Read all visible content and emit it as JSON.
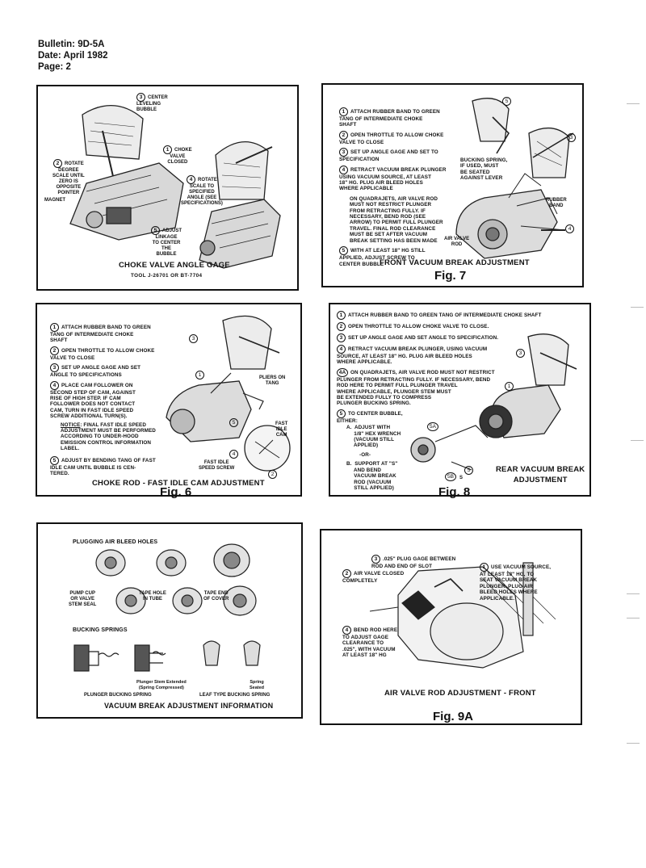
{
  "header": {
    "bulletin": "Bulletin: 9D-5A",
    "date": "Date: April 1982",
    "page": "Page: 2"
  },
  "panel1": {
    "caption": "CHOKE VALVE ANGLE GAGE",
    "tool": "TOOL J-26701 OR BT-7704",
    "labels": {
      "center_bubble": "CENTER\nLEVELING\nBUBBLE",
      "rotate_scale": "ROTATE\nDEGREE\nSCALE UNTIL\nZERO IS\nOPPOSITE\nPOINTER",
      "choke_closed": "CHOKE\nVALVE\nCLOSED",
      "rotate_specified": "ROTATE\nSCALE TO\nSPECIFIED\nANGLE (SEE\nSPECIFICATIONS)",
      "magnet": "MAGNET",
      "adjust_linkage": "ADJUST\nLINKAGE\nTO CENTER\nTHE\nBUBBLE"
    },
    "nums": {
      "n3": "3",
      "n2": "2",
      "n1": "1",
      "n4": "4",
      "n5": "5"
    }
  },
  "panel2": {
    "fig": "Fig. 7",
    "caption": "FRONT VACUUM BREAK ADJUSTMENT",
    "steps": [
      {
        "num": "1",
        "text": "ATTACH RUBBER BAND TO GREEN\nTANG OF INTERMEDIATE CHOKE\nSHAFT"
      },
      {
        "num": "2",
        "text": "OPEN THROTTLE TO ALLOW CHOKE\nVALVE TO CLOSE"
      },
      {
        "num": "3",
        "text": "SET UP ANGLE GAGE AND SET TO\nSPECIFICATION"
      },
      {
        "num": "4",
        "text": "RETRACT VACUUM BREAK PLUNGER\nUSING VACUUM SOURCE, AT LEAST\n18\" HG. PLUG AIR BLEED HOLES\nWHERE APPLICABLE"
      }
    ],
    "note": "ON QUADRAJETS, AIR VALVE ROD\nMUST NOT RESTRICT PLUNGER\nFROM RETRACTING FULLY. IF\nNECESSARY, BEND ROD (SEE\nARROW) TO PERMIT FULL PLUNGER\nTRAVEL. FINAL ROD CLEARANCE\nMUST BE SET AFTER VACUUM\nBREAK SETTING HAS BEEN MADE",
    "step5": {
      "num": "5",
      "text": "WITH AT LEAST 18\" HG STILL\nAPPLIED, ADJUST SCREW TO\nCENTER BUBBLE"
    },
    "bucking": "BUCKING SPRING,\nIF USED, MUST\nBE SEATED\nAGAINST LEVER",
    "rubber_band": "RUBBER\nBAND",
    "air_valve": "AIR VALVE\nROD",
    "n5": "5",
    "n3": "3",
    "n4": "4"
  },
  "panel3": {
    "caption": "CHOKE ROD - FAST IDLE CAM ADJUSTMENT",
    "fig": "Fig. 6",
    "steps": [
      {
        "num": "1",
        "text": "ATTACH RUBBER BAND TO GREEN\nTANG OF INTERMEDIATE CHOKE\nSHAFT"
      },
      {
        "num": "2",
        "text": "OPEN THROTTLE TO ALLOW CHOKE\nVALVE TO CLOSE"
      },
      {
        "num": "3",
        "text": "SET UP ANGLE GAGE AND SET\nANGLE TO SPECIFICATIONS"
      },
      {
        "num": "4",
        "text": "PLACE CAM FOLLOWER ON\nSECOND STEP OF CAM, AGAINST\nRISE OF HIGH STEP. IF CAM\nFOLLOWER DOES NOT CONTACT\nCAM, TURN IN FAST IDLE SPEED\nSCREW ADDITIONAL TURN(S)."
      }
    ],
    "notice_label": "NOTICE",
    "notice": ": FINAL FAST IDLE SPEED\nADJUSTMENT MUST BE PERFORMED\nACCORDING TO UNDER-HOOD\nEMISSION CONTROL INFORMATION\nLABEL.",
    "step5": {
      "num": "5",
      "text": "ADJUST BY BENDING TANG OF FAST\nIDLE CAM UNTIL BUBBLE IS CEN-\nTERED."
    },
    "pliers": "PLIERS ON\nTANG",
    "fast_idle_cam": "FAST\nIDLE\nCAM",
    "fast_idle_screw": "FAST IDLE\nSPEED SCREW",
    "n3": "3",
    "n1": "1",
    "n5": "5",
    "n4": "4",
    "n2": "2"
  },
  "panel4": {
    "caption": "REAR VACUUM BREAK\nADJUSTMENT",
    "fig": "Fig. 8",
    "steps": [
      {
        "num": "1",
        "text": "ATTACH RUBBER BAND TO GREEN TANG OF INTERMEDIATE CHOKE SHAFT"
      },
      {
        "num": "2",
        "text": "OPEN THROTTLE TO ALLOW CHOKE VALVE TO CLOSE."
      },
      {
        "num": "3",
        "text": "SET UP ANGLE GAGE AND SET ANGLE TO SPECIFICATION."
      },
      {
        "num": "4",
        "text": "RETRACT VACUUM BREAK PLUNGER, USING VACUUM\nSOURCE, AT LEAST 18\" HG. PLUG AIR BLEED HOLES\nWHERE APPLICABLE."
      },
      {
        "num": "4A",
        "text": "ON QUADRAJETS, AIR VALVE ROD MUST NOT RESTRICT\nPLUNGER FROM RETRACTING FULLY. IF NECESSARY, BEND\nROD HERE TO PERMIT FULL PLUNGER TRAVEL\nWHERE APPLICABLE, PLUNGER STEM MUST\nBE EXTENDED FULLY TO COMPRESS\nPLUNGER BUCKING SPRING."
      },
      {
        "num": "5",
        "text": "TO CENTER BUBBLE,\nEITHER:"
      }
    ],
    "sub_a": "A.  ADJUST WITH\n     1/8\" HEX WRENCH\n     (VACUUM STILL\n     APPLIED)",
    "or": "-OR-",
    "sub_b": "B.  SUPPORT AT \"S\"\n     AND BEND\n     VACUUM BREAK\n     ROD (VACUUM\n     STILL APPLIED)",
    "n3": "3",
    "n1": "1",
    "n5a": "5A",
    "n5b": "5B",
    "n5": "5",
    "s": "S"
  },
  "panel5": {
    "caption": "VACUUM BREAK ADJUSTMENT INFORMATION",
    "plugging": "PLUGGING AIR BLEED HOLES",
    "pump_cup": "PUMP CUP\nOR VALVE\nSTEM SEAL",
    "tape_hole": "TAPE HOLE\nIN TUBE",
    "tape_end": "TAPE END\nOF COVER",
    "bucking": "BUCKING SPRINGS",
    "stem_extended": "Plunger Stem Extended\n(Spring Compressed)",
    "plunger_bucking": "PLUNGER BUCKING SPRING",
    "spring_sealed": "Spring\nSeated",
    "leaf_type": "LEAF TYPE BUCKING SPRING"
  },
  "panel6": {
    "caption": "AIR VALVE ROD ADJUSTMENT - FRONT",
    "fig": "Fig. 9A",
    "plug_gage": {
      "num": "3",
      "text": ".025\" PLUG GAGE BETWEEN\nROD AND END OF SLOT"
    },
    "air_valve_closed": {
      "num": "2",
      "text": "AIR VALVE CLOSED\nCOMPLETELY"
    },
    "use_vacuum": {
      "num": "1",
      "text": "USE VACUUM SOURCE,\nAT LEAST 18\" HG, TO\nSEAT VACUUM BREAK\nPLUNGER. PLUG AIR\nBLEED HOLES WHERE\nAPPLICABLE."
    },
    "bend_rod": {
      "num": "4",
      "text": "BEND ROD HERE\nTO ADJUST GAGE\nCLEARANCE TO\n.025\", WITH VACUUM\nAT LEAST 18\" HG"
    }
  }
}
